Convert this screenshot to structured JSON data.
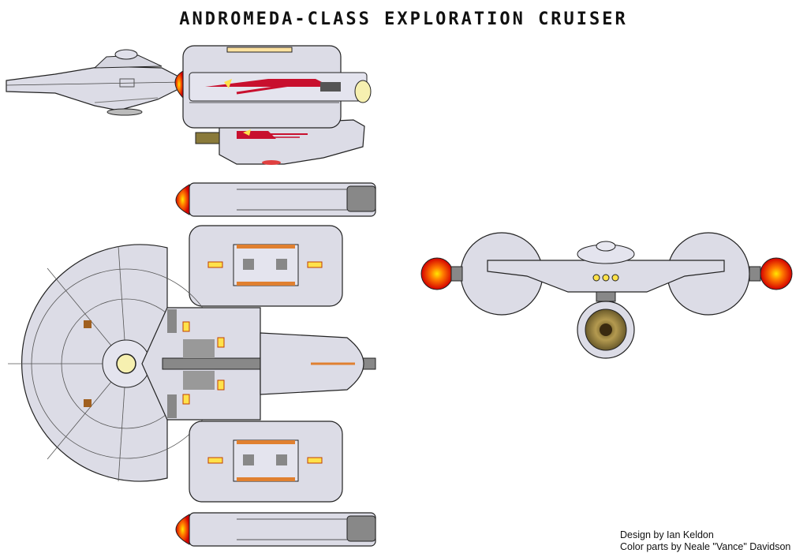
{
  "title": "ANDROMEDA-CLASS EXPLORATION CRUISER",
  "credits": {
    "design": "Design by Ian Keldon",
    "color": "Color parts by Neale \"Vance\" Davidson"
  },
  "views": [
    "side-view",
    "top-view",
    "front-view"
  ],
  "colors": {
    "hull": "#dcdce6",
    "hull_dark": "#c2c2cc",
    "outline": "#222222",
    "stripe_red": "#c8102e",
    "engine_glow": "#ff5a00",
    "engine_core": "#ffd000",
    "window_yellow": "#ffe24a",
    "deflector": "#8a7a3a"
  }
}
